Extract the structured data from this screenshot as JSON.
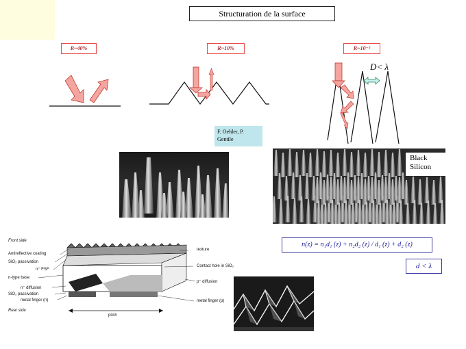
{
  "slide": {
    "title": "Structuration de la surface",
    "reflect_labels": [
      "R~40%",
      "R~10%",
      "R~10⁻³"
    ],
    "d_lambda": "D< λ",
    "credit": "F. Oehler, P. Gentile",
    "black_silicon": "Black Silicon",
    "equation": "n(z) = n₁d₁ (z) + n₂d₂ (z) / d₁ (z) + d₂ (z)",
    "d_less_lambda": "d < λ"
  },
  "cell_diagram": {
    "left_labels": [
      "Front side",
      "Antireflective coating",
      "SiO₂ passivation",
      "n⁺ FSF",
      "n-type base",
      "n⁺ diffusion",
      "SiO₂ passivation",
      "metal finger (n)",
      "Rear side"
    ],
    "right_labels": [
      "texture",
      "Contact hole in SiO₂",
      "p⁺ diffusion",
      "metal finger (p)"
    ],
    "pitch_label": "pitch"
  },
  "colors": {
    "arrow_fill": "#f4a5a0",
    "arrow_stroke": "#c0392b",
    "corner_bg": "#fffde0",
    "credit_bg": "#bfe6ec",
    "equation_text": "#22229a"
  }
}
